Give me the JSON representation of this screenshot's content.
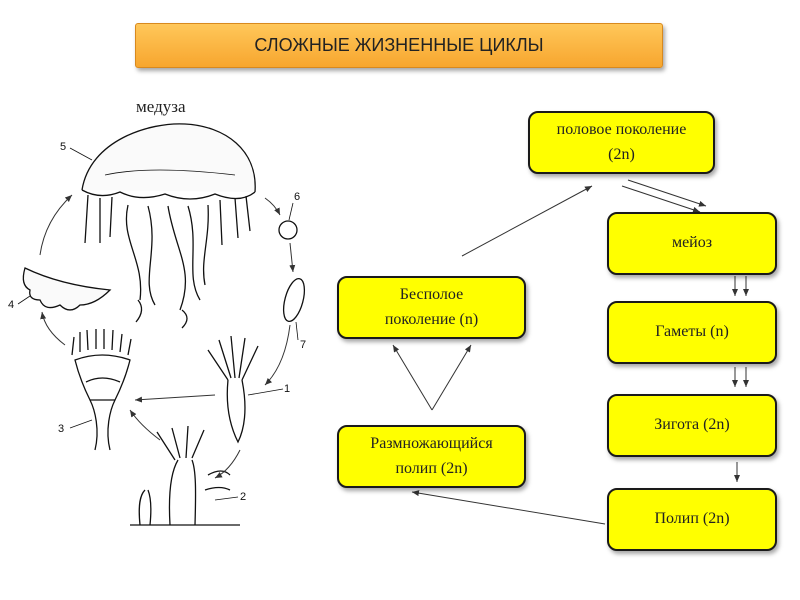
{
  "title": "СЛОЖНЫЕ ЖИЗНЕННЫЕ ЦИКЛЫ",
  "illustration": {
    "caption": "медуза",
    "stage_numbers": [
      "1",
      "2",
      "3",
      "4",
      "5",
      "6",
      "7"
    ]
  },
  "flowchart": {
    "sexual_generation": "половое поколение\n(2n)",
    "meiosis": "мейоз",
    "gametes": "Гаметы (n)",
    "zygote": "Зигота (2n)",
    "polyp": "Полип (2n)",
    "asexual_generation": "Бесполое\nпоколение (n)",
    "reproducing_polyp": "Размножающийся\nполип (2n)"
  },
  "colors": {
    "title_fill": "#f7a62e",
    "box_fill": "#ffff00",
    "box_border": "#1a1a1a"
  }
}
